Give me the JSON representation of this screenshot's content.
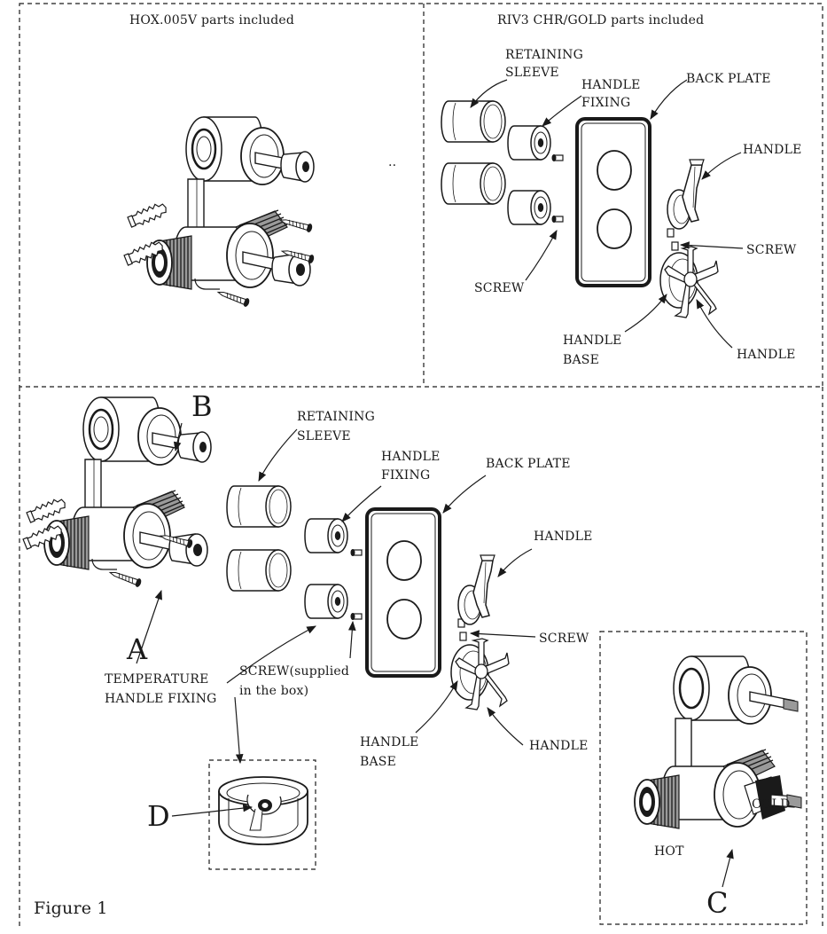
{
  "top_left_panel": {
    "title": "HOX.005V parts included",
    "dots": ".."
  },
  "top_right_panel": {
    "title": "RIV3 CHR/GOLD parts included",
    "labels": {
      "retaining_sleeve_1": "RETAINING",
      "retaining_sleeve_2": "SLEEVE",
      "handle_fixing_1": "HANDLE",
      "handle_fixing_2": "FIXING",
      "back_plate": "BACK PLATE",
      "handle_top": "HANDLE",
      "screw_right": "SCREW",
      "screw_left": "SCREW",
      "handle_base_1": "HANDLE",
      "handle_base_2": "BASE",
      "handle_bottom": "HANDLE"
    }
  },
  "bottom_panel": {
    "letter_a": "A",
    "letter_b": "B",
    "letter_c": "C",
    "letter_d": "D",
    "labels": {
      "retaining_sleeve_1": "RETAINING",
      "retaining_sleeve_2": "SLEEVE",
      "handle_fixing_1": "HANDLE",
      "handle_fixing_2": "FIXING",
      "back_plate": "BACK PLATE",
      "handle_top": "HANDLE",
      "screw_right": "SCREW",
      "temperature_1": "TEMPERATURE",
      "temperature_2": "HANDLE FIXING",
      "screw_supplied_1": "SCREW(supplied",
      "screw_supplied_2": "in the box)",
      "handle_base_1": "HANDLE",
      "handle_base_2": "BASE",
      "handle_bottom": "HANDLE",
      "cold": "COLD",
      "hot": "HOT"
    },
    "figure_caption": "Figure 1"
  },
  "colors": {
    "ink": "#1a1a1a",
    "shade": "#9a9a9a",
    "light": "#e6e6e6",
    "background": "#ffffff"
  }
}
